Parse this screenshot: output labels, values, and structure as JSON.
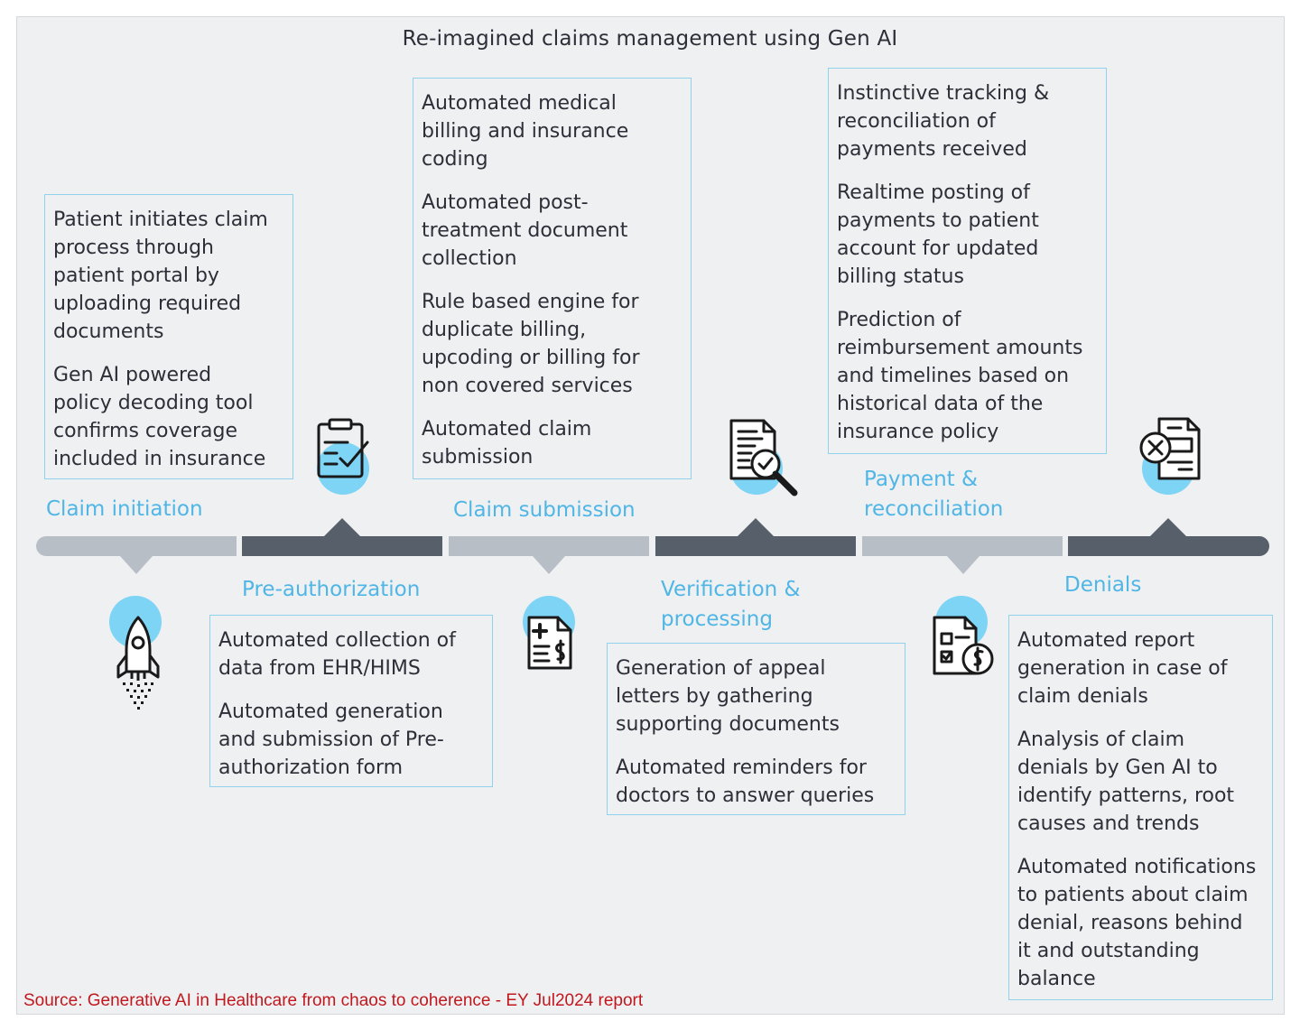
{
  "title": "Re-imagined claims management using Gen AI",
  "stages": [
    {
      "label": "Claim initiation",
      "icon": "rocket-icon",
      "items": [
        "Patient initiates claim\nprocess  through\npatient portal by\nuploading required\ndocuments",
        "Gen AI powered\npolicy decoding tool\nconfirms coverage\nincluded in insurance"
      ]
    },
    {
      "label": "Pre-authorization",
      "icon": "clipboard-check-icon",
      "items": [
        "Automated collection of\ndata from  EHR/HIMS",
        "Automated generation\nand submission  of Pre-\nauthorization form"
      ]
    },
    {
      "label": "Claim submission",
      "icon": "medical-bill-icon",
      "items": [
        "Automated medical\nbilling and insurance\ncoding",
        "Automated post-\ntreatment document\ncollection",
        "Rule based engine for\nduplicate billing,\nupcoding  or billing for\nnon covered services",
        "Automated claim\nsubmission"
      ]
    },
    {
      "label": "Verification &\nprocessing",
      "icon": "document-search-icon",
      "items": [
        "Generation of appeal\nletters by gathering\nsupporting documents",
        "Automated reminders for\ndoctors to answer queries"
      ]
    },
    {
      "label": "Payment &\nreconciliation",
      "icon": "payment-checklist-icon",
      "items": [
        "Instinctive tracking &\nreconciliation of\npayments received",
        "Realtime posting of\npayments to patient\naccount for updated\nbilling status",
        "Prediction of\nreimbursement amounts\nand timelines based on\nhistorical data of the\ninsurance policy"
      ]
    },
    {
      "label": "Denials",
      "icon": "rejected-document-icon",
      "items": [
        "Automated report\ngeneration in case of\nclaim denials",
        "Analysis of claim\ndenials by Gen AI to\nidentify patterns, root\ncauses and trends",
        "Automated notifications\nto patients about claim\ndenial, reasons behind\nit and outstanding\nbalance"
      ]
    }
  ],
  "source": "Source: Generative AI in Healthcare from chaos to coherence - EY Jul2024 report",
  "colors": {
    "accent": "#4fb6e6",
    "icon_circle": "#7dd4f5",
    "timeline_light": "#b8bec6",
    "timeline_dark": "#565f6a",
    "box_border": "#90d2ee",
    "source": "#c0181e"
  }
}
